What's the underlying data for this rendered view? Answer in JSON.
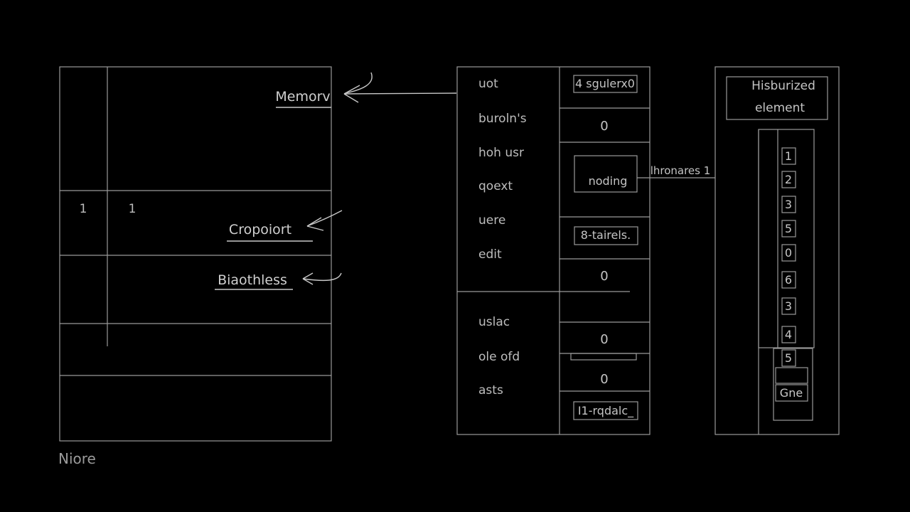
{
  "left_panel": {
    "cell_a": "1",
    "cell_b": "1",
    "labels": [
      "Memorv",
      "Cropoiort",
      "Biaothless"
    ]
  },
  "middle_panel": {
    "rows": [
      "uot",
      "buroln's",
      "hoh usr",
      "qoext",
      "uere",
      "edit",
      "uslac",
      "ole ofd",
      "asts"
    ],
    "values": [
      "4 sgulerx0",
      "0",
      "noding",
      "8-tairels.",
      "0",
      "0",
      "0",
      "I1-rqdalc_"
    ]
  },
  "connector_label": "lhronares 1",
  "right_panel": {
    "title": "Hisburized element",
    "items": [
      "1",
      "2",
      "3",
      "5",
      "0",
      "6",
      "3",
      "4",
      "5"
    ],
    "bottom": "Gne"
  },
  "footer": "Niore"
}
